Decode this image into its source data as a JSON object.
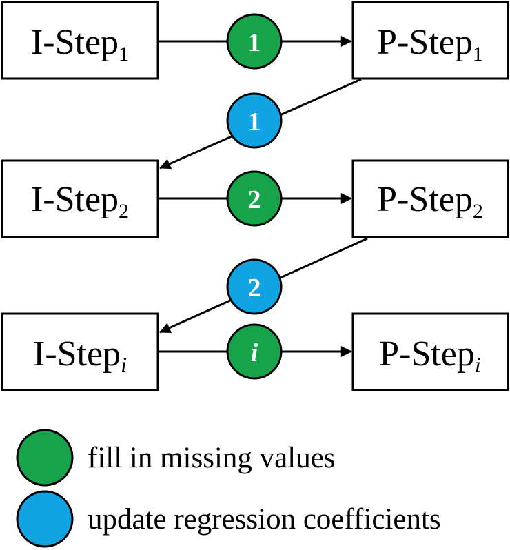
{
  "colors": {
    "fill_step": "#16a34a",
    "update_step": "#12a3e3",
    "stroke": "#000000"
  },
  "nodes": {
    "i1": {
      "base": "I-Step",
      "sub": "1"
    },
    "p1": {
      "base": "P-Step",
      "sub": "1"
    },
    "i2": {
      "base": "I-Step",
      "sub": "2"
    },
    "p2": {
      "base": "P-Step",
      "sub": "2"
    },
    "ii": {
      "base": "I-Step",
      "sub": "i"
    },
    "pi": {
      "base": "P-Step",
      "sub": "i"
    }
  },
  "markers": {
    "fill_1": "1",
    "update_1": "1",
    "fill_2": "2",
    "update_2": "2",
    "fill_i": "i"
  },
  "legend": [
    {
      "color": "green",
      "label": "fill in missing values"
    },
    {
      "color": "blue",
      "label": "update regression coefficients"
    }
  ]
}
